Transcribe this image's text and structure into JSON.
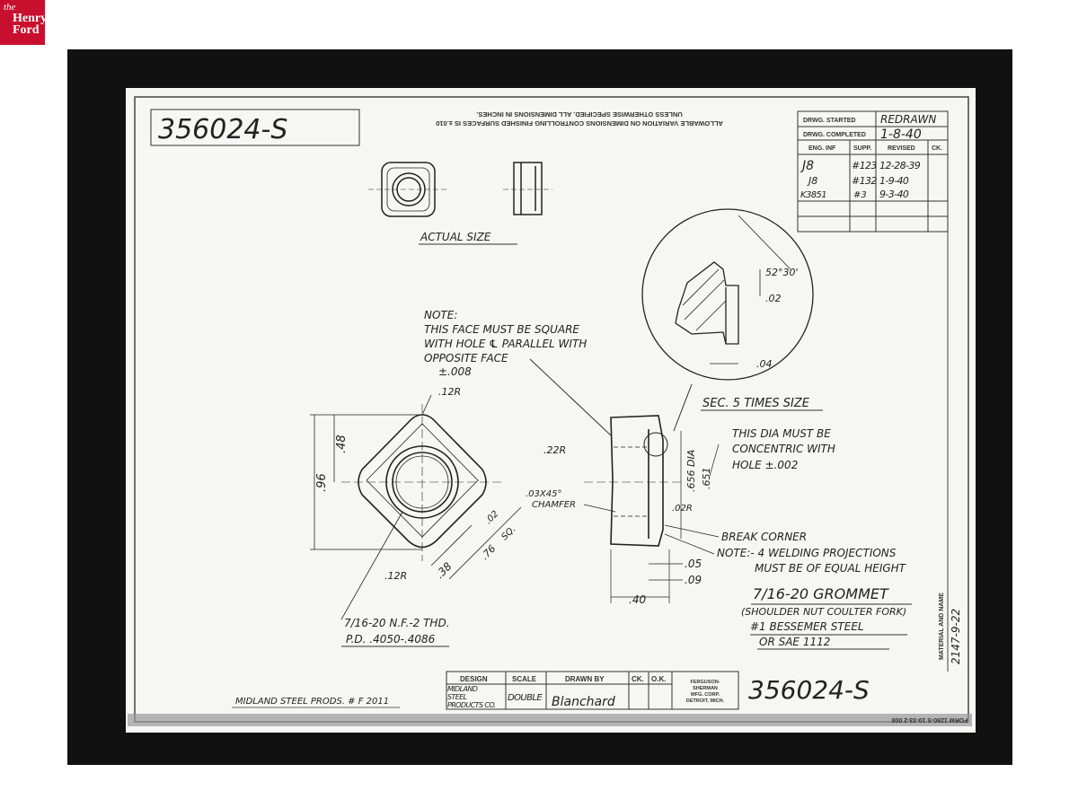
{
  "logo": {
    "line1": "the",
    "line2": "Henry",
    "line3": "Ford",
    "color": "#c8102e"
  },
  "drawing": {
    "part_number": "356024-S",
    "tolerance_note": "ALLOWABLE VARIATION ON DIMENSIONS CONTROLLING FINISHED SURFACES IS ±.010 UNLESS OTHERWISE SPECIFIED. ALL DIMENSIONS IN INCHES.",
    "revision_block": {
      "started_label": "DRWG. STARTED",
      "started_value": "REDRAWN",
      "completed_label": "DRWG. COMPLETED",
      "completed_value": "1-8-40",
      "headers": [
        "ENG. INF",
        "SUPP.",
        "REVISED",
        "CK."
      ],
      "rows": [
        [
          "J8",
          "#123",
          "12-28-39",
          ""
        ],
        [
          "J8",
          "#132",
          "1-9-40",
          ""
        ],
        [
          "K3851",
          "#3",
          "9-3-40",
          ""
        ]
      ]
    },
    "actual_size_label": "ACTUAL SIZE",
    "section_label": "SEC. 5 TIMES SIZE",
    "section_dims": {
      "angle": "52°30'",
      "d1": ".02",
      "d2": ".04"
    },
    "face_note": [
      "NOTE:",
      "THIS FACE MUST BE SQUARE",
      "WITH HOLE ℄ PARALLEL WITH",
      "OPPOSITE FACE",
      "±.008"
    ],
    "front_dims": {
      "r_top": ".12R",
      "r_bottom": ".12R",
      "h96": ".96",
      "h48": ".48",
      "d38": ".38",
      "d76": ".76",
      "d02": ".02",
      "sq": "SQ."
    },
    "side_dims": {
      "r22": ".22R",
      "chamfer1": ".03X45°",
      "chamfer2": "CHAMFER",
      "r02": ".02R",
      "dia": ".656 DIA",
      "dia2": ".651",
      "d05": ".05",
      "d09": ".09",
      "d40": ".40"
    },
    "concentric_note": [
      "THIS DIA MUST BE",
      "CONCENTRIC WITH",
      "HOLE ±.002"
    ],
    "break_corner": "BREAK CORNER",
    "welding_note": [
      "NOTE:- 4 WELDING PROJECTIONS",
      "MUST BE OF EQUAL HEIGHT"
    ],
    "thread_note": [
      "7/16-20 N.F.-2 THD.",
      "P.D. .4050-.4086"
    ],
    "name": [
      "7/16-20 GROMMET",
      "(SHOULDER NUT COULTER FORK)",
      "#1 BESSEMER STEEL",
      "OR SAE 1112"
    ],
    "material_label": "MATERIAL AND NAME",
    "material_date": "2147-9-22",
    "source_note": "MIDLAND STEEL PRODS. # F 2011",
    "title_block": {
      "headers": [
        "DESIGN",
        "SCALE",
        "DRAWN BY",
        "CK.",
        "O.K."
      ],
      "design": [
        "MIDLAND",
        "STEEL",
        "PRODUCTS CO."
      ],
      "scale": "DOUBLE",
      "drawn_by": "Blanchard",
      "company": [
        "FERGUSON-",
        "SHERMAN",
        "MFG. CORP.",
        "DETROIT, MICH."
      ]
    },
    "form_number": "FORM 1280-S 10-33-2 008"
  }
}
